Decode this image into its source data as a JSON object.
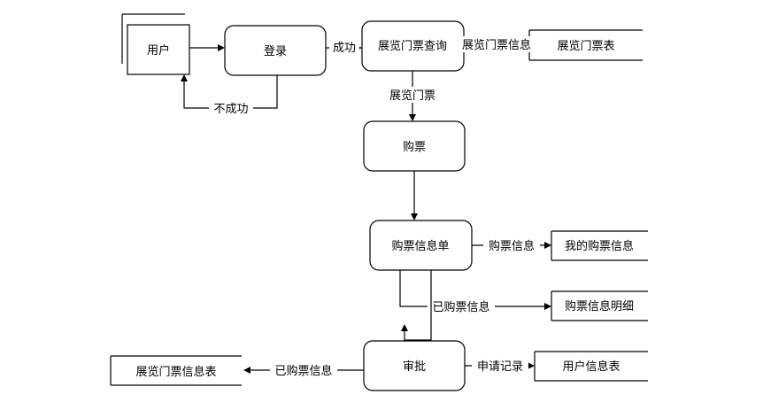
{
  "entity": {
    "user": "用户"
  },
  "processes": {
    "login": "登录",
    "ticket_query": "展览门票查询",
    "buy_ticket": "购票",
    "order_form": "购票信息单",
    "approve": "审批"
  },
  "stores": {
    "ticket_table": "展览门票表",
    "my_tickets": "我的购票信息",
    "ticket_detail": "购票信息明细",
    "user_table": "用户信息表",
    "exhibit_ticket_table": "展览门票信息表"
  },
  "flows": {
    "success": "成功",
    "fail": "不成功",
    "ticket_info": "展览门票信息",
    "ticket": "展览门票",
    "purchase_info": "购票信息",
    "purchased_info_1": "已购票信息",
    "apply_record": "申请记录",
    "purchased_info_2": "已购票信息"
  }
}
